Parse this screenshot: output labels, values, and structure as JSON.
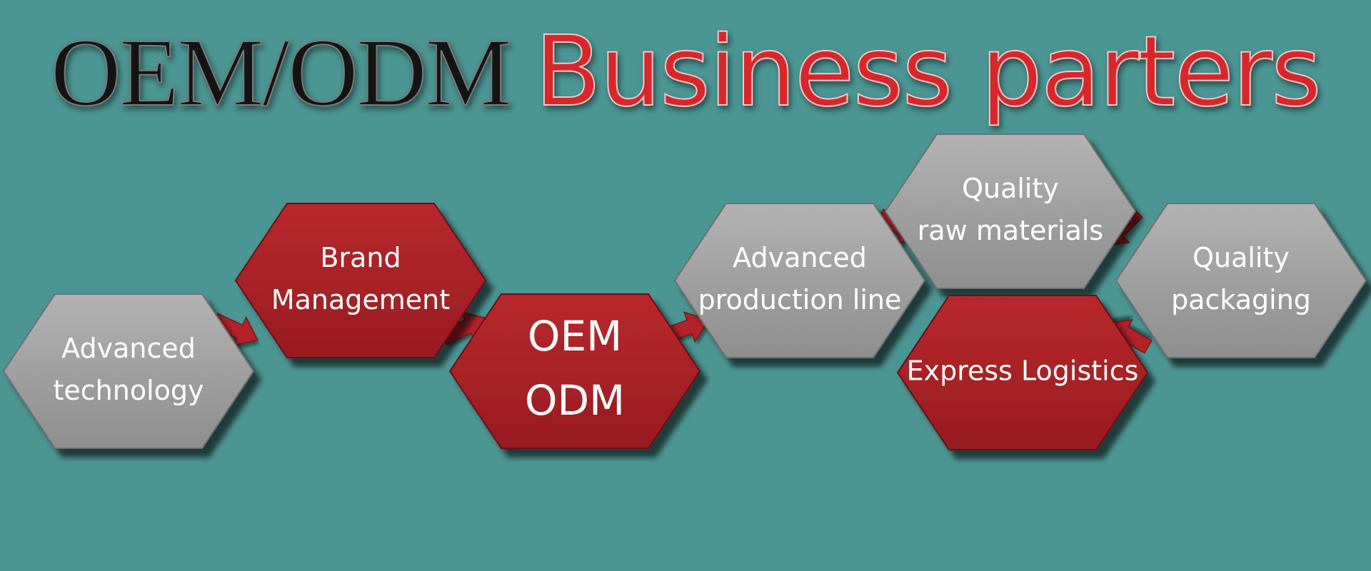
{
  "title": {
    "part1": "OEM/ODM",
    "part2": "Business parters"
  },
  "colors": {
    "background": "#4b9593",
    "grey_fill": "#9a9a9a",
    "grey_light": "#b4b4b4",
    "red_fill": "#a31f24",
    "red_light": "#c0383c",
    "arrow": "#b3242a",
    "title_dark": "#141414",
    "title_red": "#d8272b"
  },
  "nodes": [
    {
      "id": "advanced-technology",
      "lines": [
        "Advanced",
        "technology"
      ],
      "tone": "grey"
    },
    {
      "id": "brand-management",
      "lines": [
        "Brand",
        "Management"
      ],
      "tone": "red"
    },
    {
      "id": "oem-odm",
      "lines": [
        "OEM",
        "ODM"
      ],
      "tone": "red"
    },
    {
      "id": "advanced-production-line",
      "lines": [
        "Advanced",
        "production line"
      ],
      "tone": "grey"
    },
    {
      "id": "quality-raw-materials",
      "lines": [
        "Quality",
        "raw materials"
      ],
      "tone": "grey"
    },
    {
      "id": "quality-packaging",
      "lines": [
        "Quality",
        "packaging"
      ],
      "tone": "grey"
    },
    {
      "id": "express-logistics",
      "lines": [
        "Express Logistics"
      ],
      "tone": "red"
    }
  ],
  "edges": [
    [
      "advanced-technology",
      "brand-management"
    ],
    [
      "brand-management",
      "oem-odm"
    ],
    [
      "oem-odm",
      "advanced-production-line"
    ],
    [
      "advanced-production-line",
      "quality-raw-materials"
    ],
    [
      "quality-raw-materials",
      "quality-packaging"
    ],
    [
      "quality-packaging",
      "express-logistics"
    ]
  ]
}
